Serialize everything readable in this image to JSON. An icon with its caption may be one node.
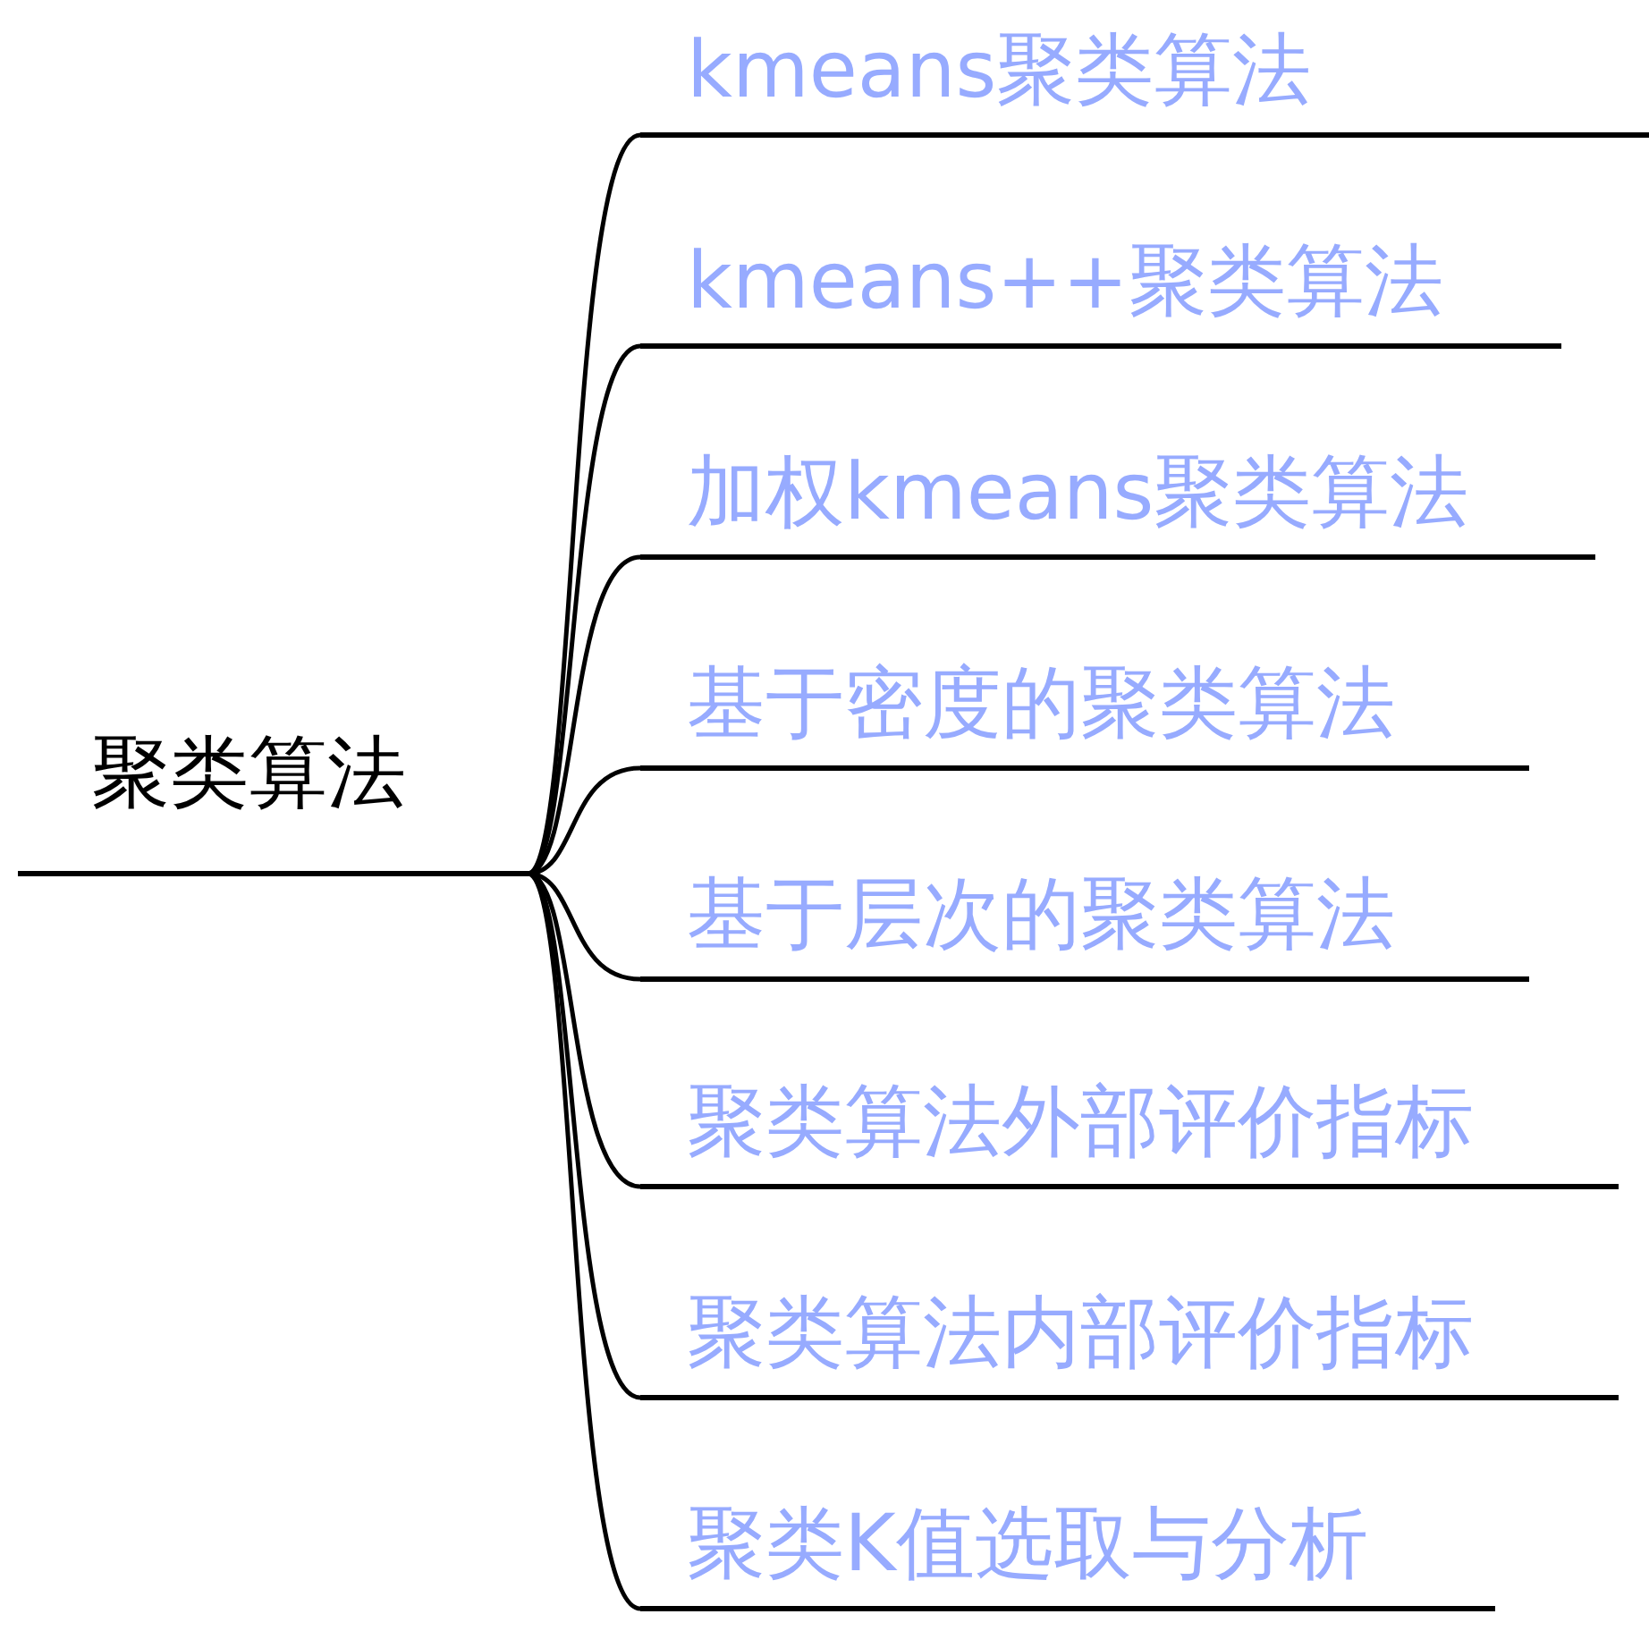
{
  "diagram": {
    "nodes": [
      {
        "text": [
          "聚类算法"
        ]
      },
      {
        "text": [
          "kmeans聚类算法"
        ]
      },
      {
        "text": [
          "kmeans++聚类算法"
        ]
      },
      {
        "text": [
          "加权kmeans聚类算法"
        ]
      },
      {
        "text": [
          "基于密度的聚类算法"
        ]
      },
      {
        "text": [
          "基于层次的聚类算法"
        ]
      },
      {
        "text": [
          "聚类算法外部评价指标"
        ]
      },
      {
        "text": [
          "聚类算法内部评价指标"
        ]
      },
      {
        "text": [
          "聚类K值选取与分析"
        ]
      }
    ],
    "edges": [
      {
        "from": 0,
        "to": 1,
        "arrow": "none"
      },
      {
        "from": 0,
        "to": 2,
        "arrow": "none"
      },
      {
        "from": 0,
        "to": 3,
        "arrow": "none"
      },
      {
        "from": 0,
        "to": 4,
        "arrow": "none"
      },
      {
        "from": 0,
        "to": 5,
        "arrow": "none"
      },
      {
        "from": 0,
        "to": 6,
        "arrow": "none"
      },
      {
        "from": 0,
        "to": 7,
        "arrow": "none"
      },
      {
        "from": 0,
        "to": 8,
        "arrow": "none"
      }
    ]
  }
}
